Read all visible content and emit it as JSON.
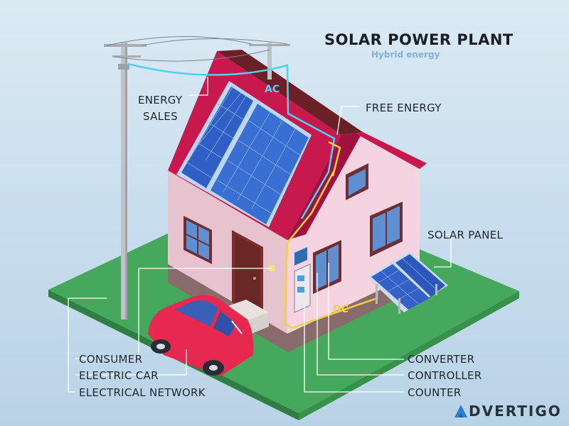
{
  "header": {
    "title": "SOLAR POWER PLANT",
    "subtitle": "Hybrid energy"
  },
  "line_labels": {
    "ac": "AC",
    "dc": "DC"
  },
  "callouts": {
    "energy_sales_line1": "ENERGY",
    "energy_sales_line2": "SALES",
    "free_energy": "FREE ENERGY",
    "solar_panel": "SOLAR PANEL",
    "consumer": "CONSUMER",
    "electric_car": "ELECTRIC CAR",
    "electrical_network": "ELECTRICAL NETWORK",
    "converter": "CONVERTER",
    "controller": "CONTROLLER",
    "counter": "COUNTER"
  },
  "brand": {
    "name": "DVERTIGO"
  },
  "colors": {
    "ac_line": "#4fd2f0",
    "dc_line": "#f3d23a",
    "roof": "#c8194f",
    "wall": "#f3c9d8",
    "lawn": "#46a85c",
    "panel": "#3a68c8",
    "car": "#e8294f"
  }
}
